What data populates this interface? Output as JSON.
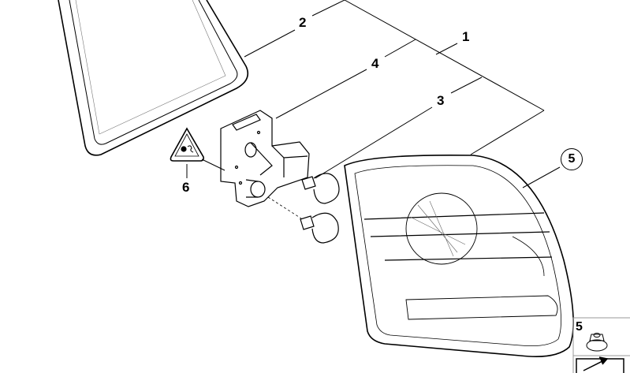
{
  "diagram": {
    "callouts": {
      "part_1": "1",
      "part_2": "2",
      "part_3": "3",
      "part_4": "4",
      "part_5": "5",
      "part_6": "6"
    },
    "legend": {
      "item_label": "5"
    }
  }
}
